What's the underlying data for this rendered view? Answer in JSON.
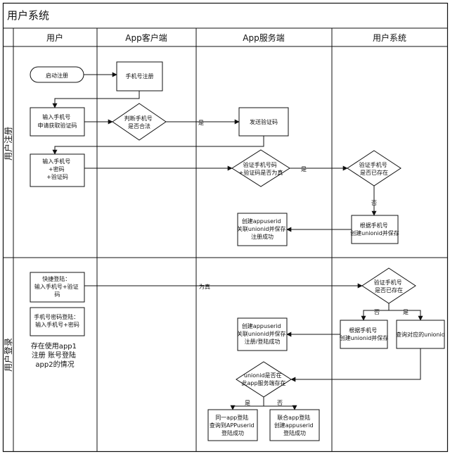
{
  "diagram": {
    "title": "用户系统",
    "lanes": [
      "用户",
      "App客户端",
      "App服务端",
      "用户系统"
    ],
    "sections": {
      "register": "用户注册",
      "login": "用户登录"
    },
    "nodes": {
      "start_register": "启动注册",
      "phone_register": "手机号注册",
      "input_phone_get_code": [
        "输入手机号",
        "申请获取验证码"
      ],
      "check_phone_valid": [
        "判断手机号",
        "是否合法"
      ],
      "send_code": "发送验证码",
      "input_phone_pwd_code": [
        "输入手机号",
        "+密码",
        "+验证码"
      ],
      "verify_code_server": [
        "验证手机号码",
        "+验证码是否为真"
      ],
      "check_phone_exists_reg": [
        "验证手机号",
        "是否已存在"
      ],
      "create_by_phone_reg": [
        "根据手机号",
        "创建unionid并保存"
      ],
      "create_appuserid_reg": [
        "创建appuserid",
        "关联unionid并保存",
        "注册成功"
      ],
      "quick_login": [
        "快捷登陆：",
        "输入手机号+验证",
        "码"
      ],
      "pwd_login": [
        "手机号密码登陆：",
        "输入手机号+密码"
      ],
      "note_app1_app2": [
        "存在使用app1",
        "注册 账号登陆",
        "app2的情况"
      ],
      "check_phone_exists_login": [
        "验证手机号",
        "是否已存在"
      ],
      "create_by_phone_login": [
        "根据手机号",
        "创建unionid并保存"
      ],
      "query_unionid": "查询对应的unionid",
      "create_appuserid_login": [
        "创建appuserid",
        "关联unionid并保存",
        "注册/登陆成功"
      ],
      "check_unionid_app": [
        "unionid是否在",
        "此app服务端存在"
      ],
      "same_app_login": [
        "同一app登陆",
        "查询到APPuserid",
        "登陆成功"
      ],
      "joint_app_login": [
        "联合app登陆",
        "创建appuserid",
        "登陆成功"
      ]
    },
    "labels": {
      "yes1": "是",
      "yes2": "是",
      "no_reg": "否",
      "is_true": "为真",
      "no_login": "否",
      "yes_login": "是",
      "yes_unionid": "是",
      "no_unionid": "否"
    }
  }
}
